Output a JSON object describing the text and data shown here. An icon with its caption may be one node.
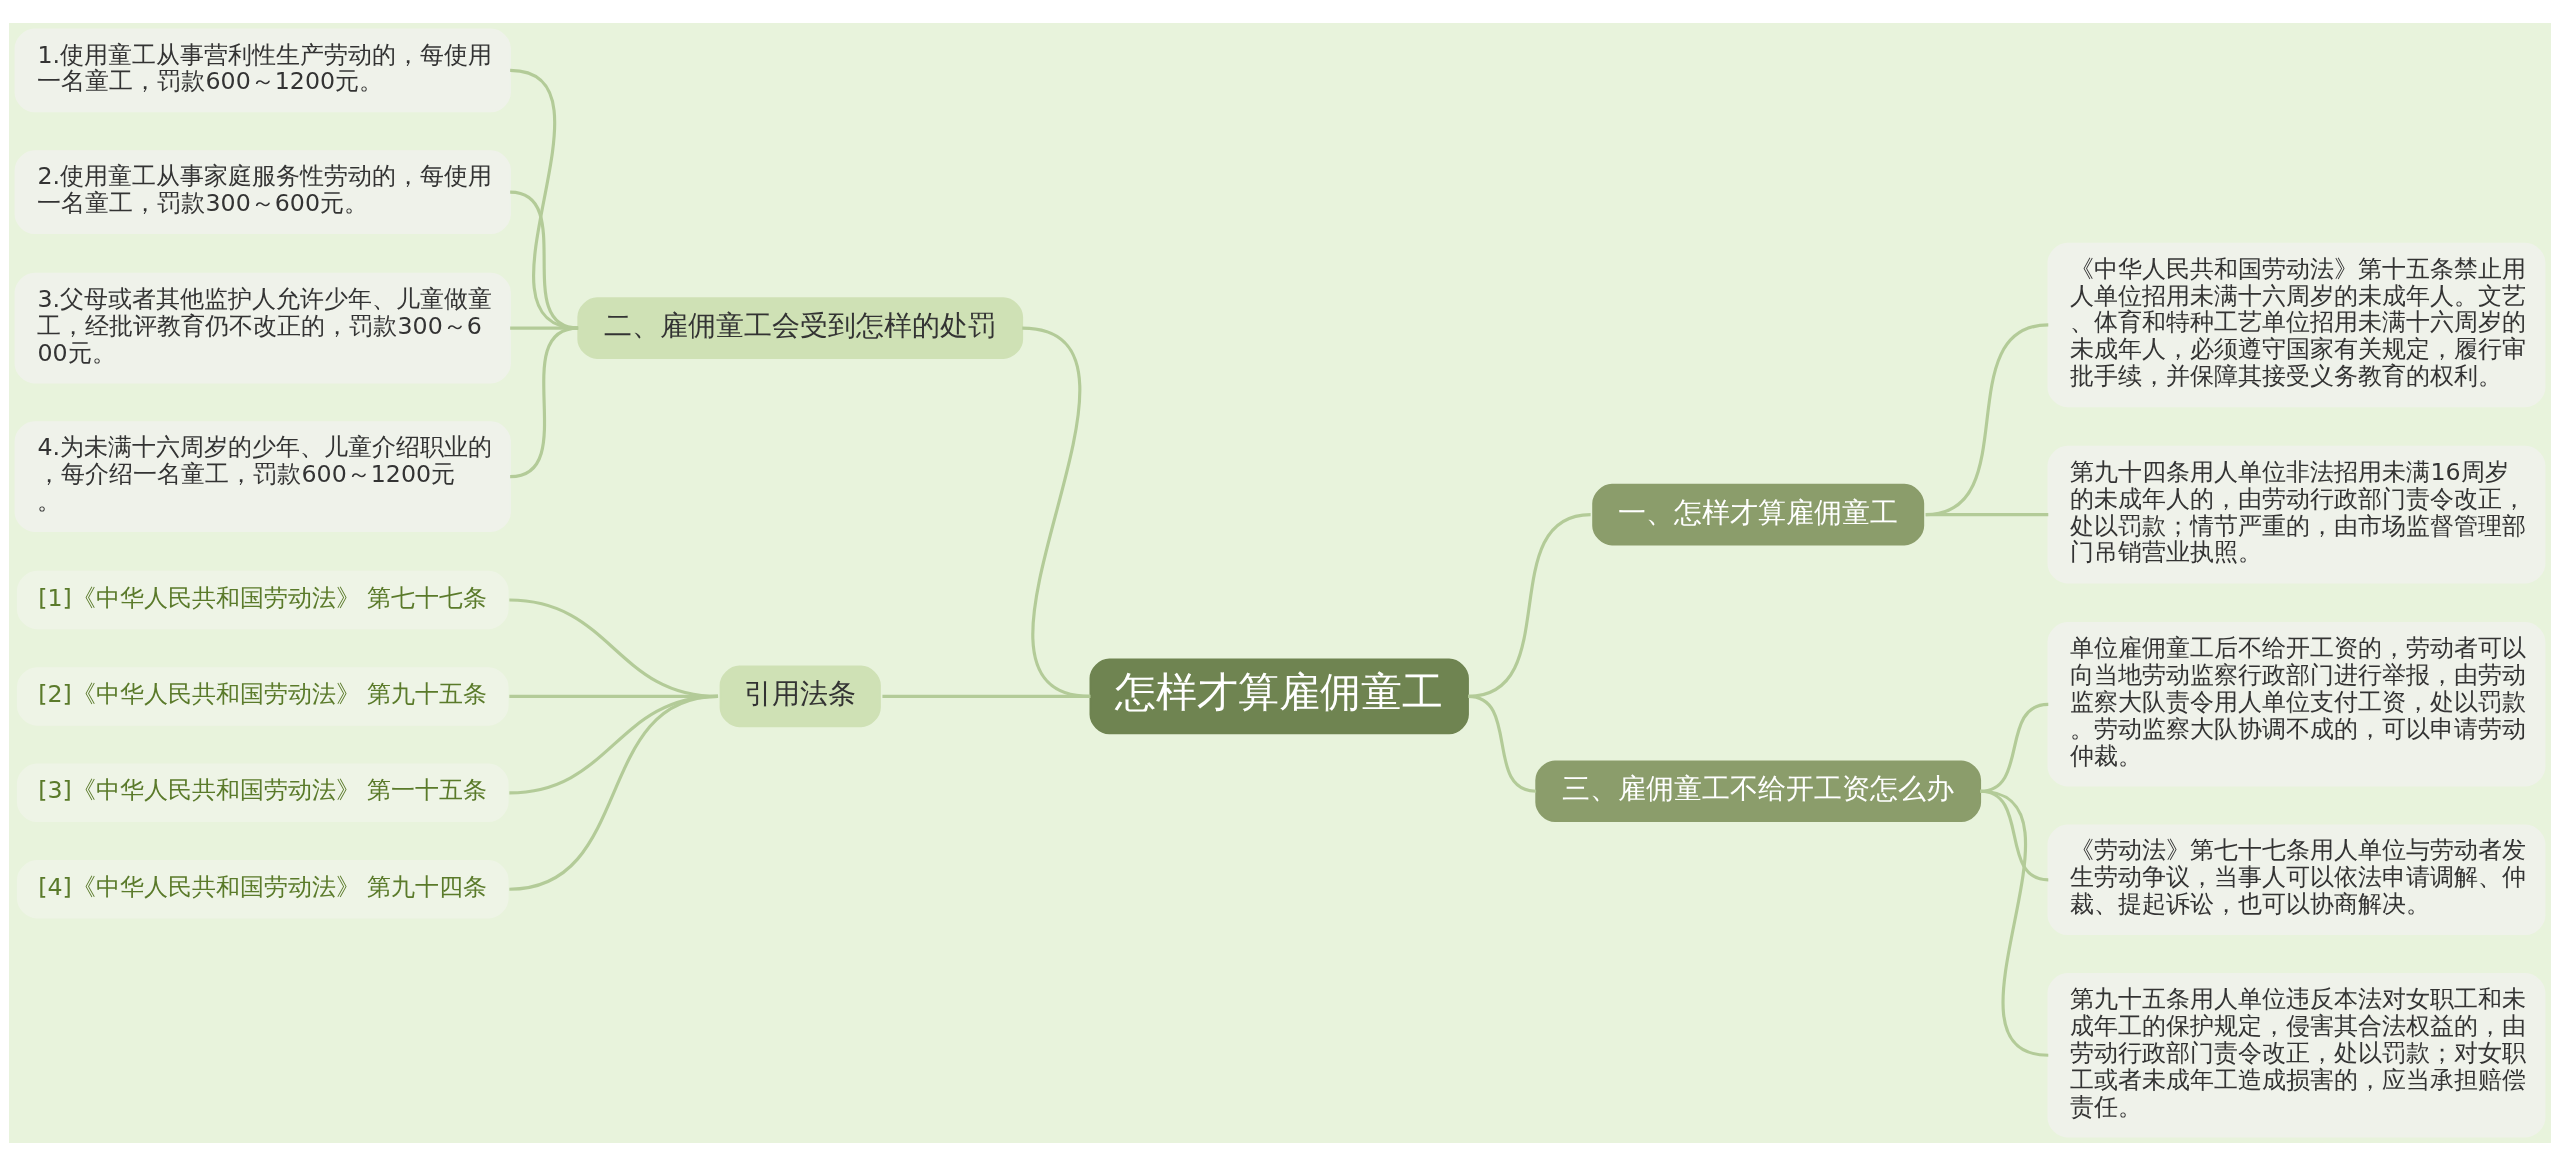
{
  "diagram": {
    "nodes": [
      {
        "text": [
          "怎样才算雇佣童工"
        ]
      },
      {
        "text": [
          "二、雇佣童工会受到怎样的处罚"
        ]
      },
      {
        "text": [
          "1.使用童工从事营利性生产劳动的，每使用一名童工，罚款600～1200元。"
        ]
      },
      {
        "text": [
          "2.使用童工从事家庭服务性劳动的，每使用一名童工，罚款300～600元。"
        ]
      },
      {
        "text": [
          "3.父母或者其他监护人允许少年、儿童做童工，经批评教育仍不改正的，罚款300～600元。"
        ]
      },
      {
        "text": [
          "4.为未满十六周岁的少年、儿童介绍职业的，每介绍一名童工，罚款600～1200元。"
        ]
      },
      {
        "text": [
          "引用法条"
        ]
      },
      {
        "text": [
          "[1]《中华人民共和国劳动法》 第七十七条"
        ]
      },
      {
        "text": [
          "[2]《中华人民共和国劳动法》 第九十五条"
        ]
      },
      {
        "text": [
          "[3]《中华人民共和国劳动法》 第一十五条"
        ]
      },
      {
        "text": [
          "[4]《中华人民共和国劳动法》 第九十四条"
        ]
      },
      {
        "text": [
          "一、怎样才算雇佣童工"
        ]
      },
      {
        "text": [
          "《中华人民共和国劳动法》第十五条禁止用人单位招用未满十六周岁的未成年人。文艺、体育和特种工艺单位招用未满十六周岁的未成年人，必须遵守国家有关规定，履行审批手续，并保障其接受义务教育的权利。"
        ]
      },
      {
        "text": [
          "第九十四条用人单位非法招用未满16周岁的未成年人的，由劳动行政部门责令改正，处以罚款；情节严重的，由市场监督管理部门吊销营业执照。"
        ]
      },
      {
        "text": [
          "三、雇佣童工不给开工资怎么办"
        ]
      },
      {
        "text": [
          "单位雇佣童工后不给开工资的，劳动者可以向当地劳动监察行政部门进行举报，由劳动监察大队责令用人单位支付工资，处以罚款。劳动监察大队协调不成的，可以申请劳动仲裁。"
        ]
      },
      {
        "text": [
          "《劳动法》第七十七条用人单位与劳动者发生劳动争议，当事人可以依法申请调解、仲裁、提起诉讼，也可以协商解决。"
        ]
      },
      {
        "text": [
          "第九十五条用人单位违反本法对女职工和未成年工的保护规定，侵害其合法权益的，由劳动行政部门责令改正，处以罚款；对女职工或者未成年工造成损害的，应当承担赔偿责任。"
        ]
      }
    ],
    "edges": [
      {
        "from": 0,
        "to": 1,
        "arrow": "none"
      },
      {
        "from": 1,
        "to": 2,
        "arrow": "none"
      },
      {
        "from": 1,
        "to": 3,
        "arrow": "none"
      },
      {
        "from": 1,
        "to": 4,
        "arrow": "none"
      },
      {
        "from": 1,
        "to": 5,
        "arrow": "none"
      },
      {
        "from": 0,
        "to": 6,
        "arrow": "none"
      },
      {
        "from": 6,
        "to": 7,
        "arrow": "none"
      },
      {
        "from": 6,
        "to": 8,
        "arrow": "none"
      },
      {
        "from": 6,
        "to": 9,
        "arrow": "none"
      },
      {
        "from": 6,
        "to": 10,
        "arrow": "none"
      },
      {
        "from": 0,
        "to": 11,
        "arrow": "none"
      },
      {
        "from": 11,
        "to": 12,
        "arrow": "none"
      },
      {
        "from": 11,
        "to": 13,
        "arrow": "none"
      },
      {
        "from": 0,
        "to": 14,
        "arrow": "none"
      },
      {
        "from": 14,
        "to": 15,
        "arrow": "none"
      },
      {
        "from": 14,
        "to": 16,
        "arrow": "none"
      },
      {
        "from": 14,
        "to": 17,
        "arrow": "none"
      }
    ]
  }
}
